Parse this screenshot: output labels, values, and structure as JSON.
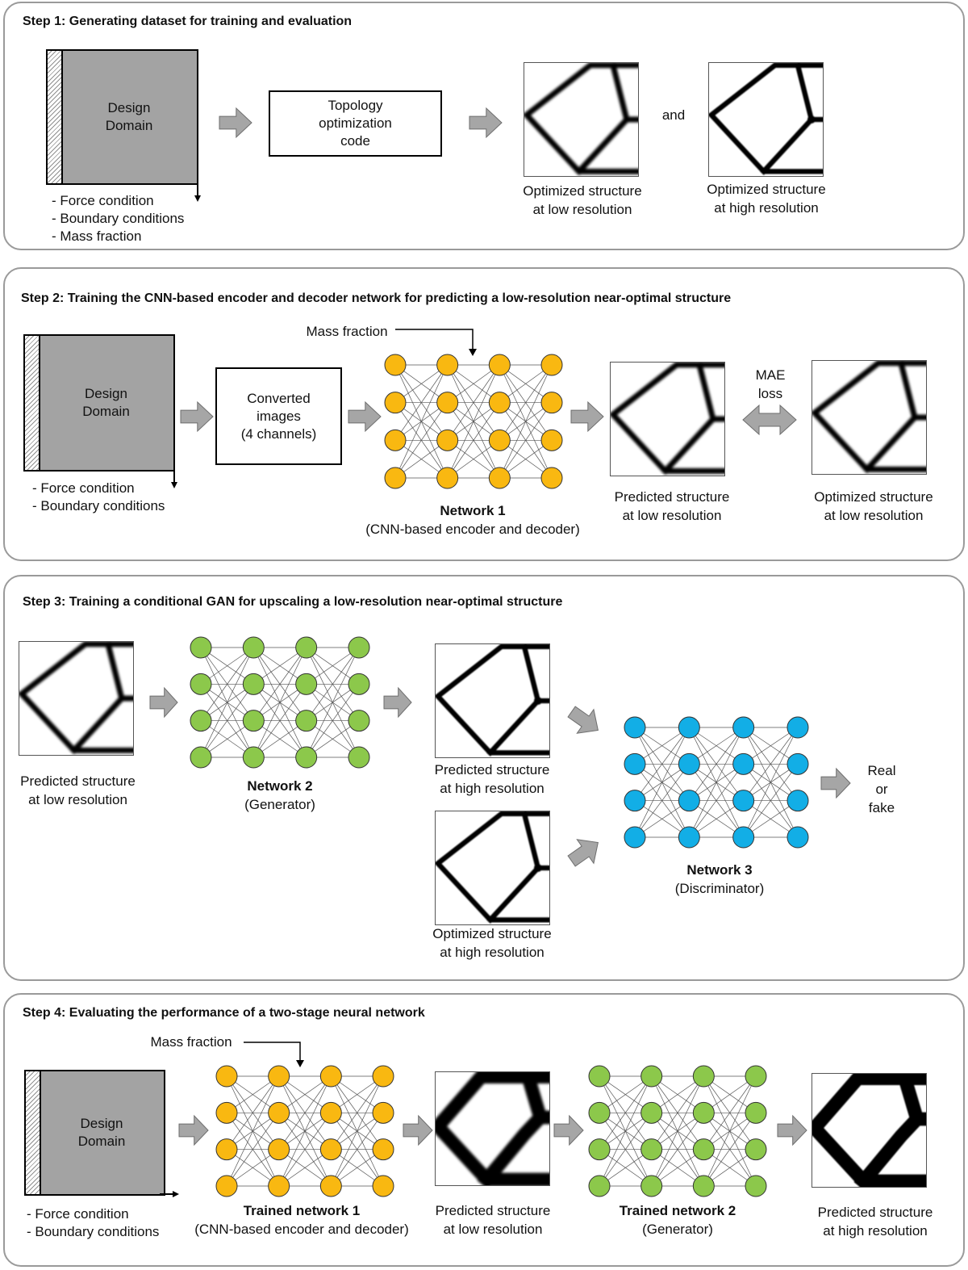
{
  "step1": {
    "title": "Step 1: Generating dataset for training and evaluation",
    "domain_label": [
      "Design",
      "Domain"
    ],
    "conditions": [
      "- Force condition",
      "- Boundary conditions",
      "- Mass fraction"
    ],
    "topology_box": [
      "Topology",
      "optimization",
      "code"
    ],
    "and_label": "and",
    "low_res_label": [
      "Optimized structure",
      "at low resolution"
    ],
    "high_res_label": [
      "Optimized structure",
      "at high resolution"
    ]
  },
  "step2": {
    "title": "Step 2: Training the CNN-based encoder and decoder network for predicting a low-resolution near-optimal structure",
    "domain_label": [
      "Design",
      "Domain"
    ],
    "conditions": [
      "- Force condition",
      "- Boundary conditions"
    ],
    "converted_box": [
      "Converted",
      "images",
      "(4 channels)"
    ],
    "mass_fraction": "Mass fraction",
    "network_name": "Network 1",
    "network_desc": "(CNN-based encoder and decoder)",
    "predicted_label": [
      "Predicted structure",
      "at low resolution"
    ],
    "loss_label": [
      "MAE",
      "loss"
    ],
    "optimized_label": [
      "Optimized structure",
      "at low resolution"
    ]
  },
  "step3": {
    "title": "Step 3: Training a conditional GAN for upscaling a low-resolution near-optimal structure",
    "input_label": [
      "Predicted structure",
      "at low resolution"
    ],
    "generator_name": "Network 2",
    "generator_desc": "(Generator)",
    "predicted_high_label": [
      "Predicted structure",
      "at high resolution"
    ],
    "optimized_high_label": [
      "Optimized structure",
      "at high resolution"
    ],
    "discriminator_name": "Network 3",
    "discriminator_desc": "(Discriminator)",
    "output_label": [
      "Real",
      "or",
      "fake"
    ]
  },
  "step4": {
    "title": "Step 4: Evaluating the performance of a two-stage neural network",
    "domain_label": [
      "Design",
      "Domain"
    ],
    "conditions": [
      "- Force condition",
      "- Boundary conditions"
    ],
    "mass_fraction": "Mass fraction",
    "net1_name": "Trained network 1",
    "net1_desc": "(CNN-based encoder and decoder)",
    "low_label": [
      "Predicted structure",
      "at low resolution"
    ],
    "net2_name": "Trained network 2",
    "net2_desc": "(Generator)",
    "high_label": [
      "Predicted structure",
      "at high resolution"
    ]
  },
  "colors": {
    "network1": "#f9b811",
    "network2": "#8cc84b",
    "network3": "#12aee6",
    "arrow_fill": "#a6a6a6",
    "domain_fill": "#a3a3a3",
    "panel_border": "#9a9a9a"
  }
}
